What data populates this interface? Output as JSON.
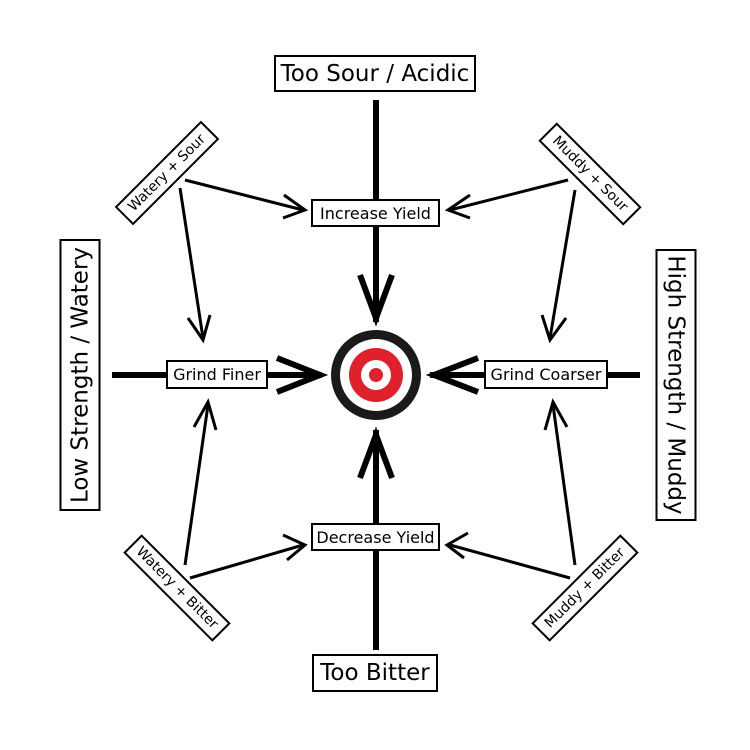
{
  "labels": {
    "top": "Too Sour / Acidic",
    "bottom": "Too Bitter",
    "left": "Low Strength / Watery",
    "right": "High Strength / Muddy"
  },
  "actions": {
    "increase_yield": "Increase Yield",
    "decrease_yield": "Decrease Yield",
    "grind_finer": "Grind Finer",
    "grind_coarser": "Grind Coarser"
  },
  "combos": {
    "watery_sour": "Watery + Sour",
    "muddy_sour": "Muddy + Sour",
    "watery_bitter": "Watery + Bitter",
    "muddy_bitter": "Muddy + Bitter"
  },
  "colors": {
    "target_red": "#e0202a",
    "target_black": "#1a1a1a",
    "line": "#000000"
  }
}
